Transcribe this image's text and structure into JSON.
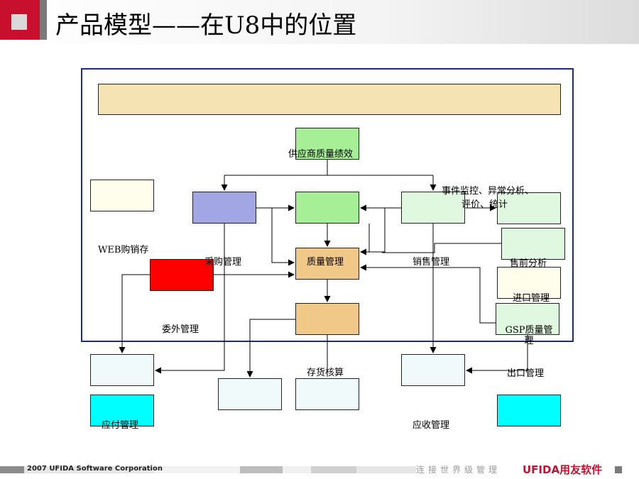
{
  "slide": {
    "title": "产品模型——在U8中的位置"
  },
  "colors": {
    "banner": "#f5e3b3",
    "top_node": "#a6ef96",
    "purchase": "#a2a7e3",
    "quality_mid": "#a6ef96",
    "sales": "#e0f7e0",
    "quality_mgmt": "#f0c989",
    "red_node": "#ff0000",
    "stock": "#f0c989",
    "light": "#f0fafa",
    "cyan": "#00ffff",
    "cream": "#fffdeb",
    "pale_green": "#e0f7e0"
  },
  "labels": {
    "top_node": "供应商质量绩效",
    "event": "事件监控、异常分析、",
    "eval": "评价、统计",
    "web": "WEB购销存",
    "purchase": "采购管理",
    "quality": "质量管理",
    "sales": "销售管理",
    "presale": "售前分析",
    "import": "进口管理",
    "outsource": "委外管理",
    "gsp": "GSP质量管理",
    "stock": "存货核算",
    "export": "出口管理",
    "payable": "应付管理",
    "receivable": "应收管理"
  },
  "footer": {
    "copyright": "2007 UFIDA Software Corporation",
    "slogan": "连接世界级管理",
    "brand": "UFIDA用友软件"
  }
}
